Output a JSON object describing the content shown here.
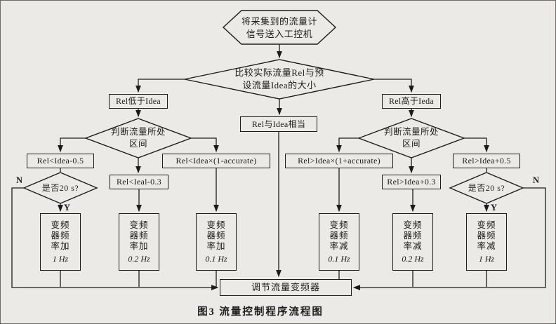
{
  "colors": {
    "page_bg": "#ebeae6",
    "ink": "#1c1c1c"
  },
  "nodes": {
    "start": "将采集到的流量计\n信号送入工控机",
    "compare": "比较实际流量Rel与预\n设流量Idea的大小",
    "rel_low": "Rel低于Idea",
    "rel_equal": "Rel与Idea相当",
    "rel_high": "Rel高于Ieda",
    "judge_left": "判断流量所处\n区间",
    "judge_right": "判断流量所处\n区间",
    "cond_left_1": "Rel<Idea-0.5",
    "cond_left_2": "Rel<Ieal-0.3",
    "cond_left_3": "Rel<Idea×(1-accurate)",
    "cond_right_3": "Rel>Idea×(1+accurate)",
    "cond_right_2": "Rel>Idea+0.3",
    "cond_right_1": "Rel>Idea+0.5",
    "timer_left": "是否20 s?",
    "timer_right": "是否20 s?",
    "adjust": "调节流量变频器"
  },
  "actions": [
    {
      "label": "变频\n器频\n率加",
      "value": "1 Hz"
    },
    {
      "label": "变频\n器频\n率加",
      "value": "0.2 Hz"
    },
    {
      "label": "变频\n器频\n率加",
      "value": "0.1 Hz"
    },
    {
      "label": "变频\n器频\n率减",
      "value": "0.1 Hz"
    },
    {
      "label": "变频\n器频\n率减",
      "value": "0.2 Hz"
    },
    {
      "label": "变频\n器频\n率减",
      "value": "1 Hz"
    }
  ],
  "edge_labels": {
    "yes": "Y",
    "no": "N"
  },
  "caption": "图3  流量控制程序流程图"
}
